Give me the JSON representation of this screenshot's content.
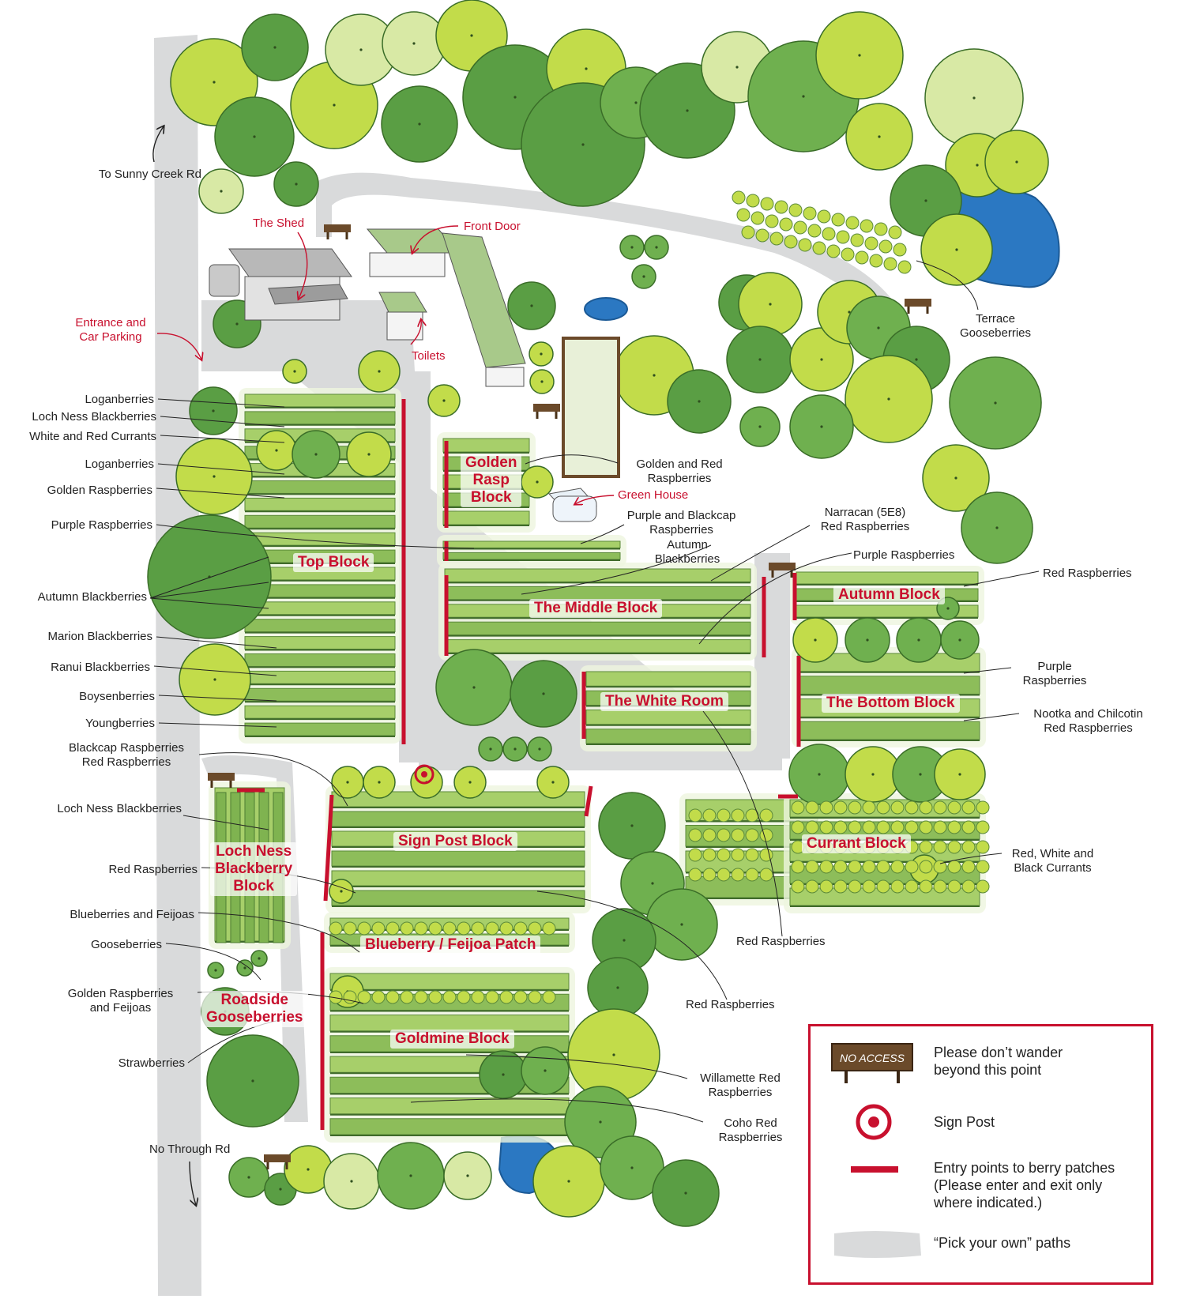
{
  "map": {
    "road_labels": {
      "north": "To Sunny Creek Rd",
      "south": "No Through Rd"
    },
    "buildings": {
      "shed": "The Shed",
      "front_door": "Front Door",
      "entrance": "Entrance and\nCar Parking",
      "toilets": "Toilets",
      "green_house": "Green House"
    },
    "blocks": {
      "top": "Top Block",
      "golden_rasp": "Golden\nRasp\nBlock",
      "middle": "The Middle Block",
      "autumn": "Autumn Block",
      "white_room": "The White Room",
      "bottom": "The Bottom Block",
      "sign_post": "Sign Post Block",
      "currant": "Currant Block",
      "loch_ness": "Loch Ness\nBlackberry\nBlock",
      "blueberry": "Blueberry / Feijoa Patch",
      "roadside": "Roadside\nGooseberries",
      "goldmine": "Goldmine Block"
    },
    "left_labels": [
      "Loganberries",
      "Loch Ness Blackberries",
      "White and Red Currants",
      "Loganberries",
      "Golden Raspberries",
      "Purple Raspberries",
      "Autumn Blackberries",
      "Marion Blackberries",
      "Ranui Blackberries",
      "Boysenberries",
      "Youngberries",
      "Blackcap Raspberries\nRed Raspberries",
      "Loch Ness Blackberries",
      "Red Raspberries",
      "Blueberries and Feijoas",
      "Gooseberries",
      "Golden Raspberries\nand Feijoas",
      "Strawberries"
    ],
    "right_labels": {
      "terrace": "Terrace\nGooseberries",
      "golden_red": "Golden and Red\nRaspberries",
      "purple_blackcap": "Purple and Blackcap\nRaspberries",
      "autumn_blackberries": "Autumn\nBlackberries",
      "narracan": "Narracan (5E8)\nRed Raspberries",
      "purple_rasp_1": "Purple Raspberries",
      "red_rasp_autumn": "Red Raspberries",
      "purple_rasp_2": "Purple\nRaspberries",
      "nootka": "Nootka and Chilcotin\nRed Raspberries",
      "currants": "Red, White and\nBlack Currants",
      "red_rasp_white_room": "Red Raspberries",
      "red_rasp_sign_post": "Red Raspberries",
      "willamette": "Willamette Red\nRaspberries",
      "coho": "Coho Red\nRaspberries"
    }
  },
  "legend": {
    "sign_text": "NO ACCESS",
    "no_access": "Please don’t wander\nbeyond this point",
    "sign_post": "Sign Post",
    "entry_points": "Entry points to berry patches\n(Please enter and exit only\nwhere indicated.)",
    "paths": "“Pick your own” paths",
    "colors": {
      "red": "#c8102e",
      "path": "#d9dadb",
      "dark_green": "#5a9e44",
      "light_green": "#c2dc4a",
      "water": "#2b78c2"
    }
  }
}
